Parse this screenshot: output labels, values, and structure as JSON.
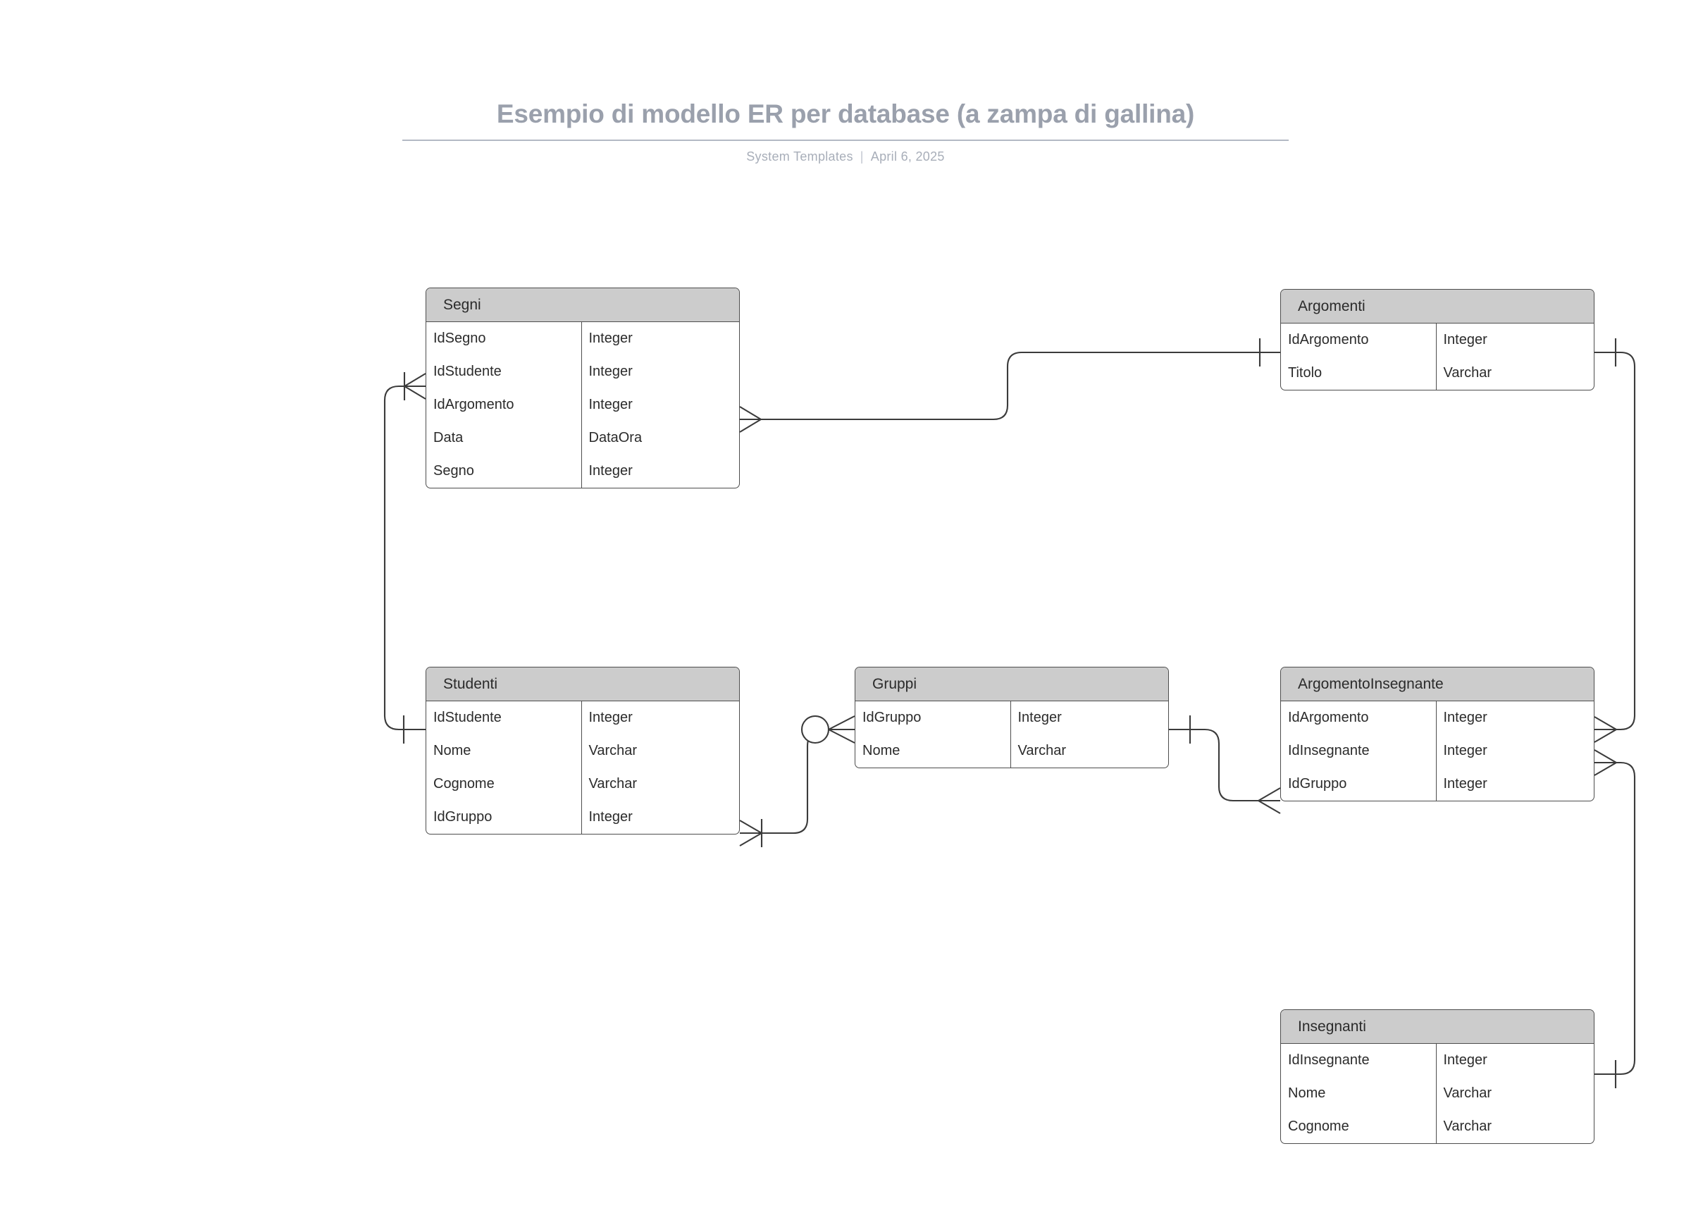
{
  "header": {
    "title": "Esempio di modello ER per database (a zampa di gallina)",
    "author": "System Templates",
    "separator": "|",
    "date": "April 6, 2025"
  },
  "theme": {
    "header_fill": "#cccccc",
    "border": "#4d4d4d",
    "title_color": "#9aa0ac",
    "subtitle_color": "#a8aeb9",
    "canvas": "#ffffff"
  },
  "entities": [
    {
      "id": "segni",
      "name": "Segni",
      "attributes": [
        {
          "name": "IdSegno",
          "type": "Integer"
        },
        {
          "name": "IdStudente",
          "type": "Integer"
        },
        {
          "name": "IdArgomento",
          "type": "Integer"
        },
        {
          "name": "Data",
          "type": "DataOra"
        },
        {
          "name": "Segno",
          "type": "Integer"
        }
      ]
    },
    {
      "id": "argomenti",
      "name": "Argomenti",
      "attributes": [
        {
          "name": "IdArgomento",
          "type": "Integer"
        },
        {
          "name": "Titolo",
          "type": "Varchar"
        }
      ]
    },
    {
      "id": "studenti",
      "name": "Studenti",
      "attributes": [
        {
          "name": "IdStudente",
          "type": "Integer"
        },
        {
          "name": "Nome",
          "type": "Varchar"
        },
        {
          "name": "Cognome",
          "type": "Varchar"
        },
        {
          "name": "IdGruppo",
          "type": "Integer"
        }
      ]
    },
    {
      "id": "gruppi",
      "name": "Gruppi",
      "attributes": [
        {
          "name": "IdGruppo",
          "type": "Integer"
        },
        {
          "name": "Nome",
          "type": "Varchar"
        }
      ]
    },
    {
      "id": "argomentoinsegnante",
      "name": "ArgomentoInsegnante",
      "attributes": [
        {
          "name": "IdArgomento",
          "type": "Integer"
        },
        {
          "name": "IdInsegnante",
          "type": "Integer"
        },
        {
          "name": "IdGruppo",
          "type": "Integer"
        }
      ]
    },
    {
      "id": "insegnanti",
      "name": "Insegnanti",
      "attributes": [
        {
          "name": "IdInsegnante",
          "type": "Integer"
        },
        {
          "name": "Nome",
          "type": "Varchar"
        },
        {
          "name": "Cognome",
          "type": "Varchar"
        }
      ]
    }
  ],
  "relationships": [
    {
      "id": "studenti-segni",
      "from_entity": "Studenti",
      "from_attribute": "IdStudente",
      "from_cardinality": "one",
      "to_entity": "Segni",
      "to_attribute": "IdStudente",
      "to_cardinality": "many"
    },
    {
      "id": "segni-argomenti",
      "from_entity": "Segni",
      "from_attribute": "IdArgomento",
      "from_cardinality": "many",
      "to_entity": "Argomenti",
      "to_attribute": "IdArgomento",
      "to_cardinality": "one"
    },
    {
      "id": "gruppi-studenti",
      "from_entity": "Gruppi",
      "from_attribute": "IdGruppo",
      "from_cardinality": "zero-or-many",
      "to_entity": "Studenti",
      "to_attribute": "IdGruppo",
      "to_cardinality": "many"
    },
    {
      "id": "gruppi-argomentoinsegnante",
      "from_entity": "Gruppi",
      "from_attribute": "IdGruppo",
      "from_cardinality": "one",
      "to_entity": "ArgomentoInsegnante",
      "to_attribute": "IdGruppo",
      "to_cardinality": "many"
    },
    {
      "id": "argomenti-argomentoinsegnante",
      "from_entity": "Argomenti",
      "from_attribute": "IdArgomento",
      "from_cardinality": "one",
      "to_entity": "ArgomentoInsegnante",
      "to_attribute": "IdArgomento",
      "to_cardinality": "many"
    },
    {
      "id": "insegnanti-argomentoinsegnante",
      "from_entity": "Insegnanti",
      "from_attribute": "IdInsegnante",
      "from_cardinality": "one",
      "to_entity": "ArgomentoInsegnante",
      "to_attribute": "IdInsegnante",
      "to_cardinality": "many"
    }
  ]
}
